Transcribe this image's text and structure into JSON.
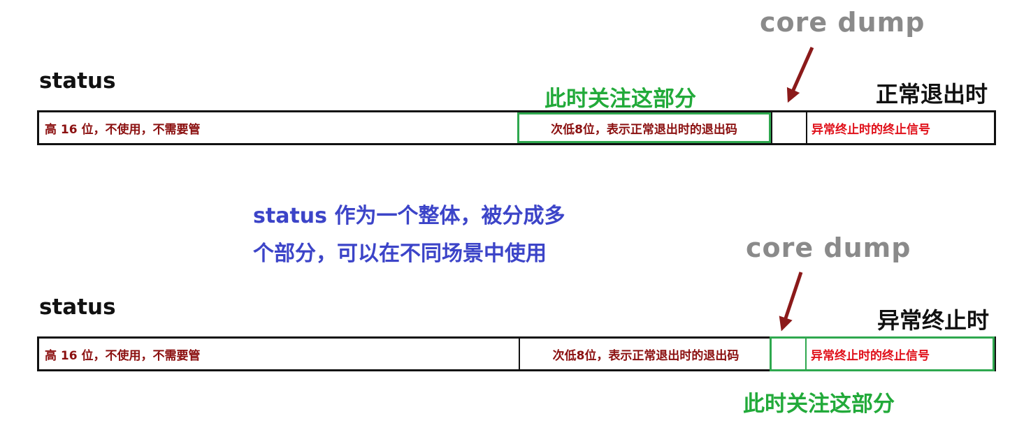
{
  "colors": {
    "status_text": "#111111",
    "core_dump_text": "#8a8a8a",
    "focus_text": "#22aa3a",
    "focus_border": "#2fa84f",
    "center_text": "#3c44c8",
    "segment_dark_red": "#8b1010",
    "segment_bright_red": "#e0101a",
    "arrow": "#8b1a1a"
  },
  "top": {
    "core_dump": "core dump",
    "status": "status",
    "mode": "正常退出时",
    "focus": "此时关注这部分",
    "segments": {
      "high": "高 16 位，不使用，不需要管",
      "low8": "次低8位，表示正常退出时的退出码",
      "core": "",
      "signal": "异常终止时的终止信号"
    }
  },
  "middle": {
    "line1": "status 作为一个整体，被分成多",
    "line2": "个部分，可以在不同场景中使用"
  },
  "bottom": {
    "core_dump": "core dump",
    "status": "status",
    "mode": "异常终止时",
    "focus": "此时关注这部分",
    "segments": {
      "high": "高 16 位，不使用，不需要管",
      "low8": "次低8位，表示正常退出时的退出码",
      "core": "",
      "signal": "异常终止时的终止信号"
    }
  }
}
